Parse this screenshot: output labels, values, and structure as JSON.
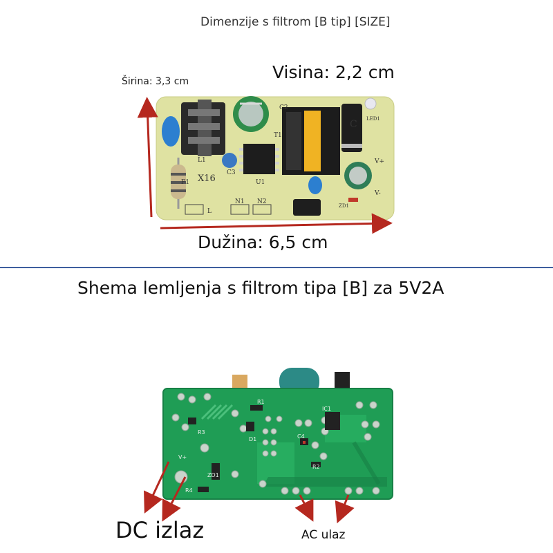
{
  "top_section": {
    "caption": "Dimenzije s filtrom [B tip] [SIZE]",
    "width_label": "Širina: 3,3 cm",
    "height_label": "Visina: 2,2 cm",
    "length_label": "Dužina: 6,5 cm",
    "board_silkscreen": {
      "model": "X16",
      "components": [
        "L1",
        "F1",
        "C2",
        "T1",
        "C3",
        "U1",
        "C",
        "LED1",
        "V+",
        "V-",
        "ZD1",
        "N1",
        "N2",
        "L"
      ]
    }
  },
  "bottom_section": {
    "title": "Shema lemljenja s filtrom tipa [B] za 5V2A",
    "dc_output_label": "DC izlaz",
    "ac_input_label": "AC ulaz",
    "board_silkscreen": {
      "components": [
        "R1",
        "R3",
        "D1",
        "C4",
        "R2",
        "R4",
        "IC1",
        "V+",
        "ZD1"
      ]
    }
  },
  "colors": {
    "arrow": "#b5281f",
    "divider": "#3d5e9e",
    "board_top": "#dfe2a2",
    "board_bottom": "#1f9d55"
  }
}
